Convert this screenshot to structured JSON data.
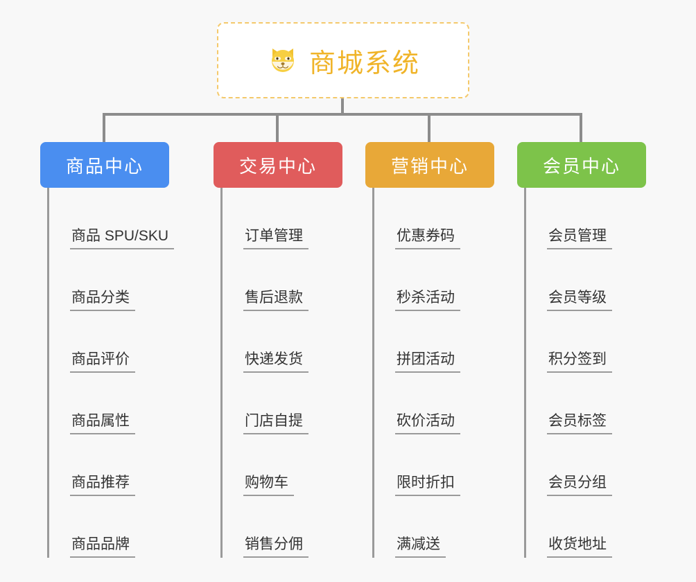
{
  "page": {
    "background": "#f8f8f8",
    "connector_color": "#8c8c8c"
  },
  "root": {
    "icon": "shiba-dog-face-icon",
    "title": "商城系统",
    "title_color": "#f0b429",
    "border_color": "#f4c96b"
  },
  "columns": [
    {
      "title": "商品中心",
      "color": "#4a8ef0",
      "items": [
        "商品 SPU/SKU",
        "商品分类",
        "商品评价",
        "商品属性",
        "商品推荐",
        "商品品牌"
      ]
    },
    {
      "title": "交易中心",
      "color": "#e05c5c",
      "items": [
        "订单管理",
        "售后退款",
        "快递发货",
        "门店自提",
        "购物车",
        "销售分佣"
      ]
    },
    {
      "title": "营销中心",
      "color": "#e8a838",
      "items": [
        "优惠券码",
        "秒杀活动",
        "拼团活动",
        "砍价活动",
        "限时折扣",
        "满减送"
      ]
    },
    {
      "title": "会员中心",
      "color": "#7dc34a",
      "items": [
        "会员管理",
        "会员等级",
        "积分签到",
        "会员标签",
        "会员分组",
        "收货地址"
      ]
    }
  ]
}
